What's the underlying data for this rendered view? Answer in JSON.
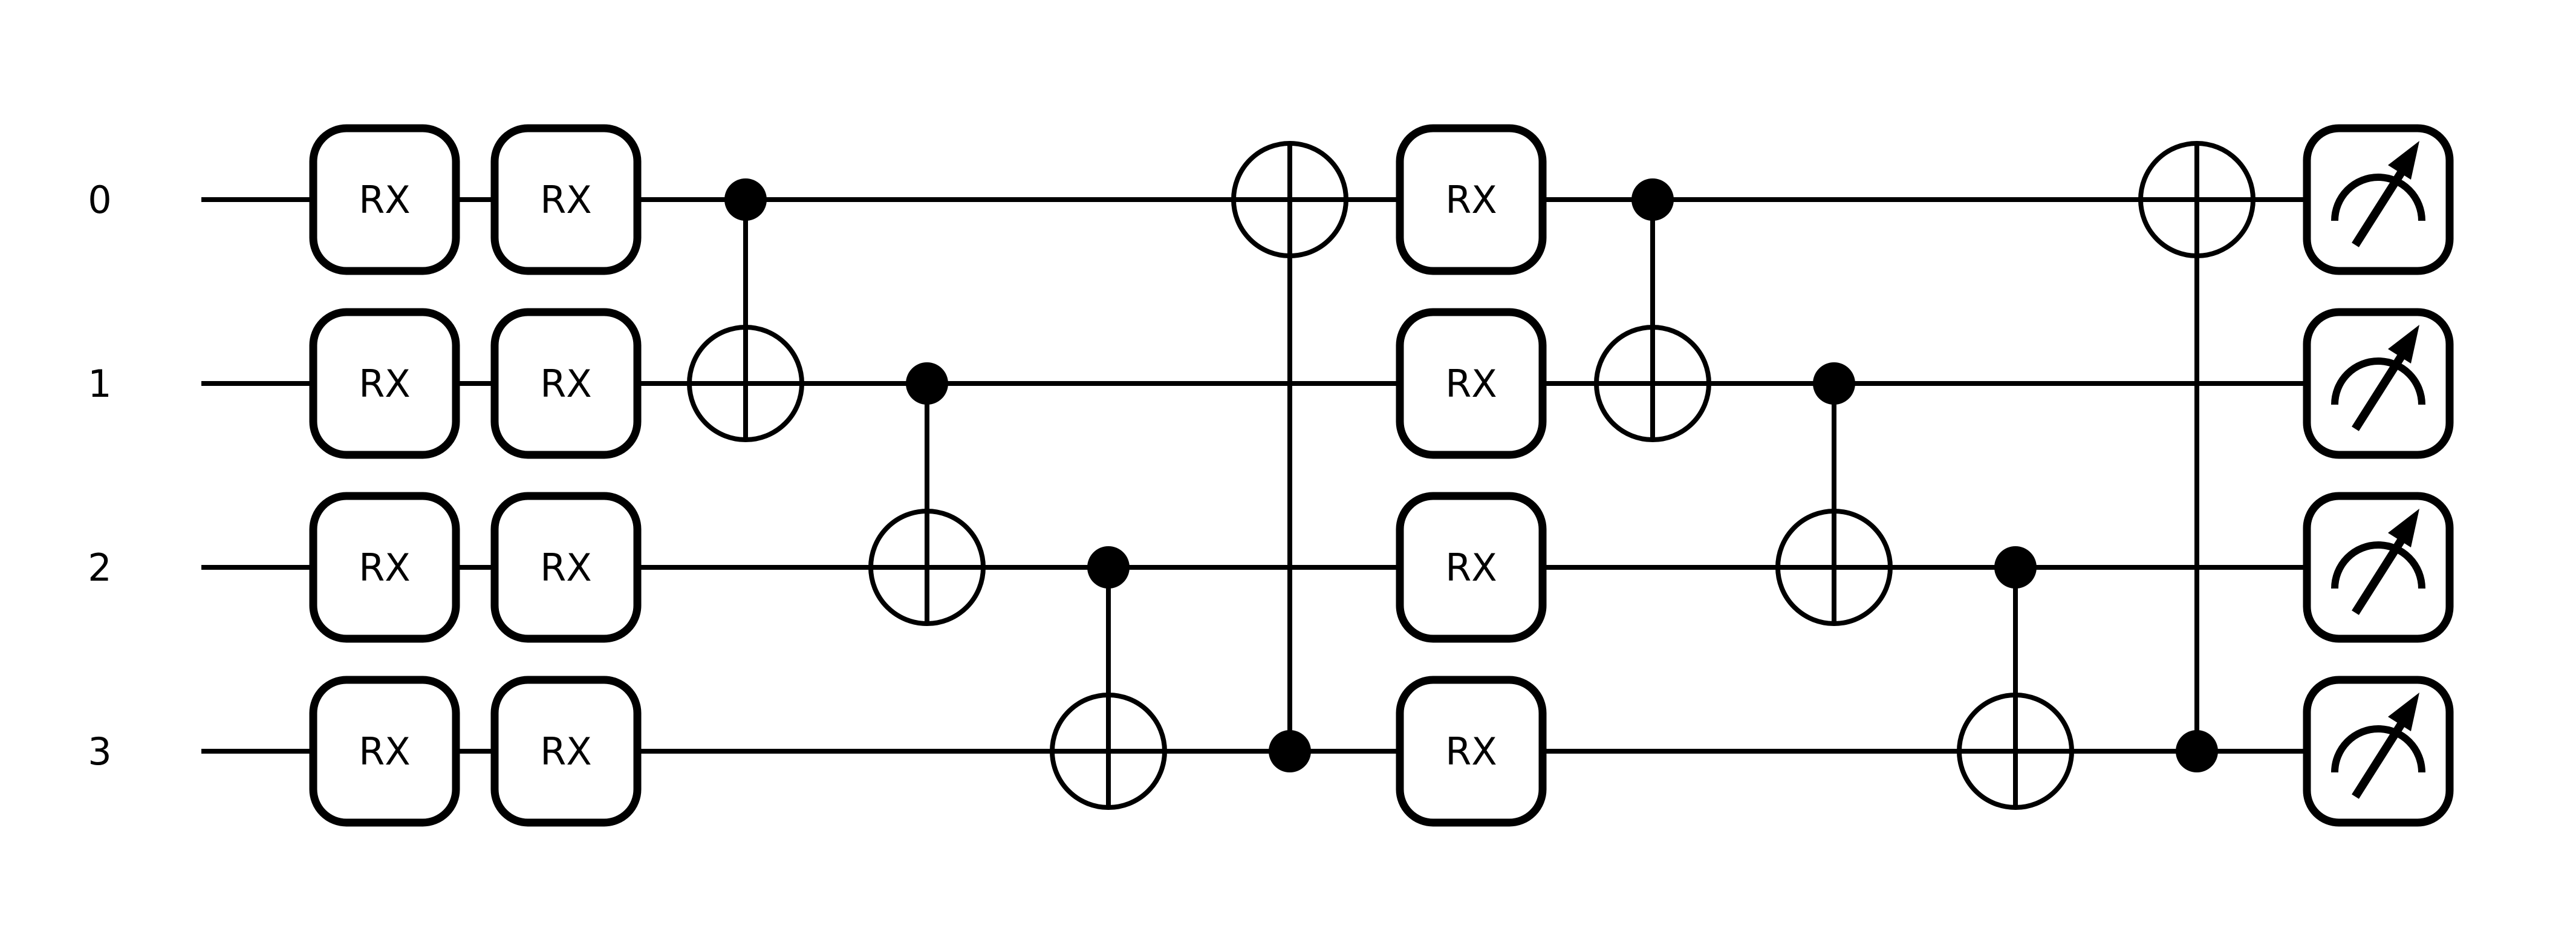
{
  "page": {
    "background": "#ffffff"
  },
  "circuit": {
    "kind": "quantum-circuit",
    "colors": {
      "ink": "#000000",
      "background": "#ffffff"
    },
    "qubit_labels": [
      "0",
      "1",
      "2",
      "3"
    ],
    "gate_label_rx": "RX",
    "columns": [
      {
        "index": 0,
        "type": "rotation-layer",
        "gate": "RX",
        "qubits": [
          0,
          1,
          2,
          3
        ]
      },
      {
        "index": 1,
        "type": "rotation-layer",
        "gate": "RX",
        "qubits": [
          0,
          1,
          2,
          3
        ]
      },
      {
        "index": 2,
        "type": "cnot",
        "control": 0,
        "target": 1
      },
      {
        "index": 3,
        "type": "cnot",
        "control": 1,
        "target": 2
      },
      {
        "index": 4,
        "type": "cnot",
        "control": 2,
        "target": 3
      },
      {
        "index": 5,
        "type": "cnot",
        "control": 3,
        "target": 0
      },
      {
        "index": 6,
        "type": "rotation-layer",
        "gate": "RX",
        "qubits": [
          0,
          1,
          2,
          3
        ]
      },
      {
        "index": 7,
        "type": "cnot",
        "control": 0,
        "target": 1
      },
      {
        "index": 8,
        "type": "cnot",
        "control": 1,
        "target": 2
      },
      {
        "index": 9,
        "type": "cnot",
        "control": 2,
        "target": 3
      },
      {
        "index": 10,
        "type": "cnot",
        "control": 3,
        "target": 0
      },
      {
        "index": 11,
        "type": "measurement-layer",
        "qubits": [
          0,
          1,
          2,
          3
        ]
      }
    ]
  }
}
